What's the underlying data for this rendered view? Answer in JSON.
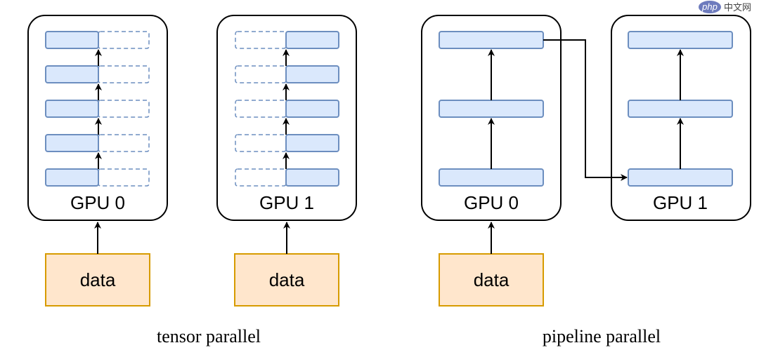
{
  "tensor_parallel": {
    "caption": "tensor parallel",
    "gpu0": {
      "label": "GPU 0"
    },
    "gpu1": {
      "label": "GPU 1"
    },
    "data0": {
      "label": "data"
    },
    "data1": {
      "label": "data"
    }
  },
  "pipeline_parallel": {
    "caption": "pipeline parallel",
    "gpu0": {
      "label": "GPU 0"
    },
    "gpu1": {
      "label": "GPU 1"
    },
    "data0": {
      "label": "data"
    }
  },
  "watermark": {
    "brand": "php",
    "site": "中文网"
  },
  "colors": {
    "layer_fill": "#dae8fc",
    "layer_stroke": "#6c8ebf",
    "data_fill": "#ffe6cc",
    "data_stroke": "#d79b00"
  }
}
